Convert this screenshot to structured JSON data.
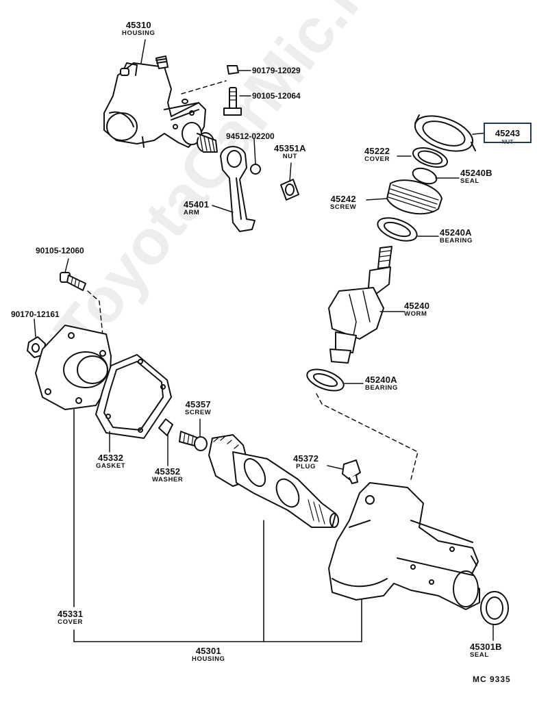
{
  "watermark": "ToyotaCarMic.ru",
  "diagram_code": "MC 9335",
  "highlight": {
    "number": "45243",
    "name": "NUT"
  },
  "parts": {
    "p45310": {
      "number": "45310",
      "name": "HOUSING"
    },
    "p45401": {
      "number": "45401",
      "name": "ARM"
    },
    "p45351A": {
      "number": "45351A",
      "name": "NUT"
    },
    "p45222": {
      "number": "45222",
      "name": "COVER"
    },
    "p45240B": {
      "number": "45240B",
      "name": "SEAL"
    },
    "p45242": {
      "number": "45242",
      "name": "SCREW"
    },
    "p45240A_top": {
      "number": "45240A",
      "name": "BEARING"
    },
    "p45240": {
      "number": "45240",
      "name": "WORM"
    },
    "p45240A_bot": {
      "number": "45240A",
      "name": "BEARING"
    },
    "p45357": {
      "number": "45357",
      "name": "SCREW"
    },
    "p45372": {
      "number": "45372",
      "name": "PLUG"
    },
    "p45332": {
      "number": "45332",
      "name": "GASKET"
    },
    "p45352": {
      "number": "45352",
      "name": "WASHER"
    },
    "p45331": {
      "number": "45331",
      "name": "COVER"
    },
    "p45301": {
      "number": "45301",
      "name": "HOUSING"
    },
    "p45301B": {
      "number": "45301B",
      "name": "SEAL"
    }
  },
  "fasteners": {
    "f1": "90179-12029",
    "f2": "90105-12064",
    "f3": "94512-02200",
    "f4": "90105-12060",
    "f5": "90170-12161"
  }
}
